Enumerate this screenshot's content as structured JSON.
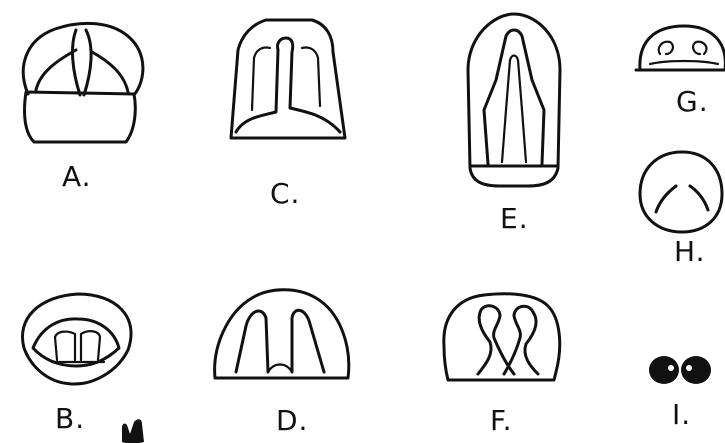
{
  "colors": {
    "ink": "#111111",
    "paper": "#ffffff"
  },
  "figures": {
    "a": {
      "label": "A."
    },
    "b": {
      "label": "B."
    },
    "c": {
      "label": "C."
    },
    "d": {
      "label": "D."
    },
    "e": {
      "label": "E."
    },
    "f": {
      "label": "F."
    },
    "g": {
      "label": "G."
    },
    "h": {
      "label": "H."
    },
    "i": {
      "label": "I."
    }
  }
}
